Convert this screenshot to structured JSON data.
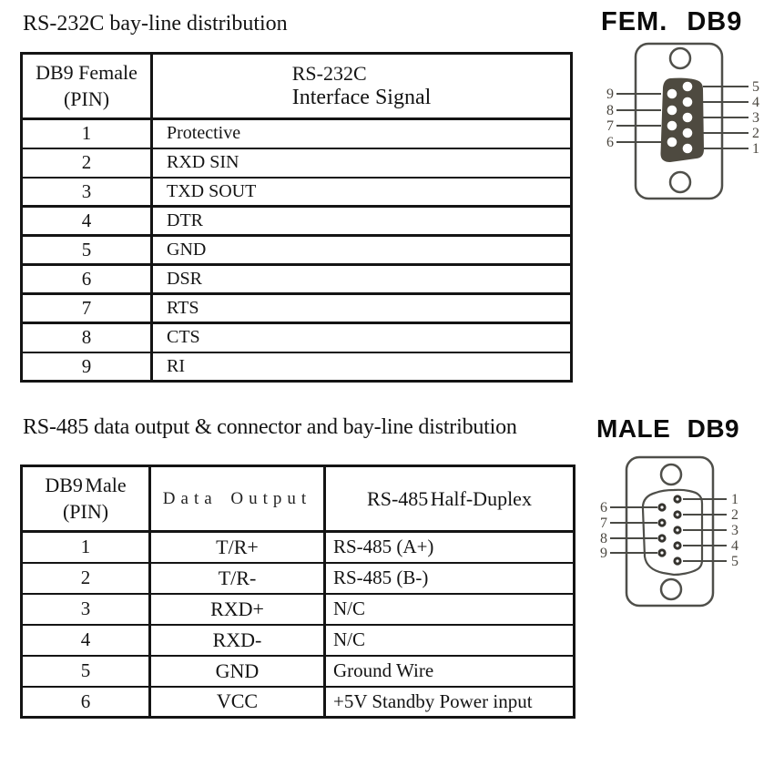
{
  "sections": {
    "rs232_title": "RS-232C bay-line distribution",
    "rs485_title": "RS-485 data output & connector and bay-line distribution"
  },
  "tables": {
    "rs232": {
      "header": {
        "col1_line1": "DB9 Female",
        "col1_line2": "(PIN)",
        "col2_line1": "RS-232C",
        "col2_line2": "Interface Signal"
      },
      "rows": [
        {
          "pin": "1",
          "signal": "Protective"
        },
        {
          "pin": "2",
          "signal": "RXD SIN"
        },
        {
          "pin": "3",
          "signal": "TXD SOUT"
        },
        {
          "pin": "4",
          "signal": "DTR"
        },
        {
          "pin": "5",
          "signal": "GND"
        },
        {
          "pin": "6",
          "signal": "DSR"
        },
        {
          "pin": "7",
          "signal": "RTS"
        },
        {
          "pin": "8",
          "signal": "CTS"
        },
        {
          "pin": "9",
          "signal": "RI"
        }
      ]
    },
    "rs485": {
      "header": {
        "col1_line1": "DB9 Male",
        "col1_line2": "(PIN)",
        "col2": "Data Output",
        "col3": "RS-485 Half-Duplex"
      },
      "rows": [
        {
          "pin": "1",
          "output": "T/R+",
          "description": "RS-485 (A+)"
        },
        {
          "pin": "2",
          "output": "T/R-",
          "description": "RS-485 (B-)"
        },
        {
          "pin": "3",
          "output": "RXD+",
          "description": "N/C"
        },
        {
          "pin": "4",
          "output": "RXD-",
          "description": "N/C"
        },
        {
          "pin": "5",
          "output": "GND",
          "description": "Ground Wire"
        },
        {
          "pin": "6",
          "output": "VCC",
          "description": "+5V Standby Power input"
        }
      ]
    }
  },
  "diagrams": {
    "female": {
      "title": "FEM. DB9",
      "left_labels": [
        "9",
        "8",
        "7",
        "6"
      ],
      "right_labels": [
        "5",
        "4",
        "3",
        "2",
        "1"
      ]
    },
    "male": {
      "title": "MALE DB9",
      "left_labels": [
        "6",
        "7",
        "8",
        "9"
      ],
      "right_labels": [
        "1",
        "2",
        "3",
        "4",
        "5"
      ]
    }
  },
  "colors": {
    "ink": "#141414",
    "shell_fill": "#4e4a40",
    "diagram_line": "#4f4f4a",
    "diagram_label": "#4a463f",
    "background": "#ffffff"
  }
}
